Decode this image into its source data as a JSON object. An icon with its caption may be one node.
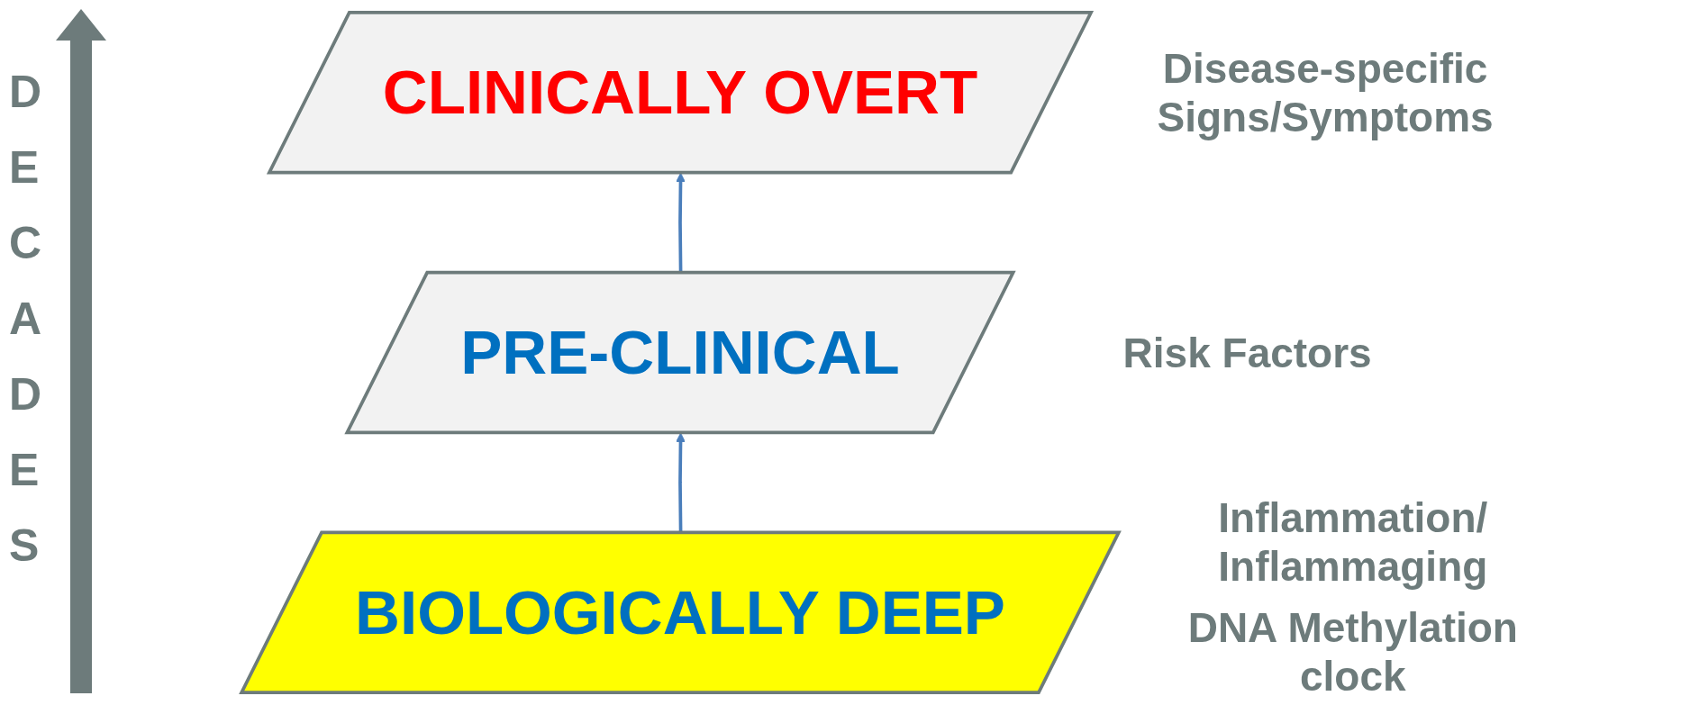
{
  "diagram": {
    "nodes": [
      {
        "text": [
          "CLINICALLY OVERT"
        ],
        "beside": [
          "Disease-specific Signs/Symptoms"
        ]
      },
      {
        "text": [
          "PRE-CLINICAL"
        ],
        "beside": [
          "Risk Factors"
        ]
      },
      {
        "text": [
          "BIOLOGICALLY DEEP"
        ],
        "beside": [
          "Inflammation/ Inflammaging",
          "DNA Methylation clock"
        ]
      }
    ],
    "edges": [
      {
        "from": 2,
        "to": 1,
        "arrow": "to"
      },
      {
        "from": 1,
        "to": 0,
        "arrow": "to"
      }
    ],
    "labels": [
      "DECADES"
    ]
  }
}
